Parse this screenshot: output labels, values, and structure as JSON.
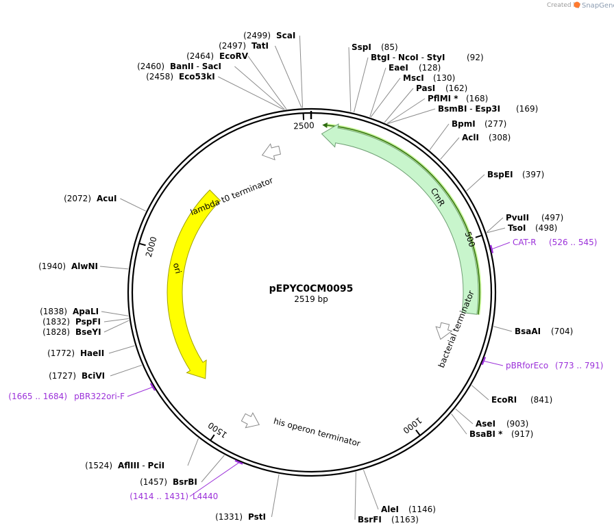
{
  "branding": {
    "created_by": "Created by",
    "product": "SnapGene"
  },
  "plasmid": {
    "name": "pEPYC0CM0095",
    "size_label": "2519 bp",
    "length": 2519
  },
  "ticks": [
    {
      "pos": 500,
      "label": "500"
    },
    {
      "pos": 1000,
      "label": "1000"
    },
    {
      "pos": 1500,
      "label": "1500"
    },
    {
      "pos": 2000,
      "label": "2000"
    },
    {
      "pos": 2500,
      "label": "2500"
    }
  ],
  "features": [
    {
      "name": "CmR",
      "start": 25,
      "end": 683,
      "color": "#c8f5cc",
      "stroke": "#6f9f74",
      "direction": "reverse"
    },
    {
      "name": "ori",
      "start": 1616,
      "end": 2205,
      "color": "#ffff00",
      "stroke": "#a0a000",
      "direction": "reverse"
    },
    {
      "name": "lambda t0 terminator",
      "start": 2380,
      "end": 2430,
      "color": "#ffffff",
      "stroke": "#888888",
      "direction": "reverse"
    },
    {
      "name": "bacterial terminator",
      "start": 722,
      "end": 770,
      "color": "#ffffff",
      "stroke": "#888888",
      "direction": "forward"
    },
    {
      "name": "his operon terminator",
      "start": 1411,
      "end": 1460,
      "color": "#ffffff",
      "stroke": "#888888",
      "direction": "reverse"
    }
  ],
  "primers": [
    {
      "name": "CAT-R",
      "range": "(526 .. 545)",
      "pos": 535
    },
    {
      "name": "pBRforEco",
      "range": "(773 .. 791)",
      "pos": 782
    },
    {
      "name": "L4440",
      "range": "(1414 .. 1431)",
      "pos": 1422
    },
    {
      "name": "pBR322ori-F",
      "range": "(1665 .. 1684)",
      "pos": 1674
    }
  ],
  "sites": [
    {
      "name": "ScaI",
      "pos_label": "(2499)",
      "pos": 2499
    },
    {
      "name": "TatI",
      "pos_label": "(2497)",
      "pos": 2497
    },
    {
      "name": "EcoRV",
      "pos_label": "(2464)",
      "pos": 2464
    },
    {
      "name": "BanII",
      "extra": "SacI",
      "pos_label": "(2460)",
      "pos": 2460
    },
    {
      "name": "Eco53kI",
      "pos_label": "(2458)",
      "pos": 2458
    },
    {
      "name": "SspI",
      "pos_label": "(85)",
      "pos": 85
    },
    {
      "name": "BtgI",
      "extra": "NcoI",
      "extra2": "StyI",
      "pos_label": "(92)",
      "pos": 92
    },
    {
      "name": "EaeI",
      "pos_label": "(128)",
      "pos": 128
    },
    {
      "name": "MscI",
      "pos_label": "(130)",
      "pos": 130
    },
    {
      "name": "PasI",
      "pos_label": "(162)",
      "pos": 162
    },
    {
      "name": "PflMI *",
      "pos_label": "(168)",
      "pos": 168
    },
    {
      "name": "BsmBI",
      "extra": "Esp3I",
      "pos_label": "(169)",
      "pos": 169
    },
    {
      "name": "BpmI",
      "pos_label": "(277)",
      "pos": 277
    },
    {
      "name": "AclI",
      "pos_label": "(308)",
      "pos": 308
    },
    {
      "name": "BspEI",
      "pos_label": "(397)",
      "pos": 397
    },
    {
      "name": "PvuII",
      "pos_label": "(497)",
      "pos": 497
    },
    {
      "name": "TsoI",
      "pos_label": "(498)",
      "pos": 498
    },
    {
      "name": "BsaAI",
      "pos_label": "(704)",
      "pos": 704
    },
    {
      "name": "EcoRI",
      "pos_label": "(841)",
      "pos": 841
    },
    {
      "name": "AseI",
      "pos_label": "(903)",
      "pos": 903
    },
    {
      "name": "BsaBI *",
      "pos_label": "(917)",
      "pos": 917
    },
    {
      "name": "AleI",
      "pos_label": "(1146)",
      "pos": 1146
    },
    {
      "name": "BsrFI",
      "pos_label": "(1163)",
      "pos": 1163
    },
    {
      "name": "PstI",
      "pos_label": "(1331)",
      "pos": 1331
    },
    {
      "name": "BsrBI",
      "pos_label": "(1457)",
      "pos": 1457
    },
    {
      "name": "AflIII",
      "extra": "PciI",
      "pos_label": "(1524)",
      "pos": 1524
    },
    {
      "name": "BciVI",
      "pos_label": "(1727)",
      "pos": 1727
    },
    {
      "name": "HaeII",
      "pos_label": "(1772)",
      "pos": 1772
    },
    {
      "name": "BseYI",
      "pos_label": "(1828)",
      "pos": 1828
    },
    {
      "name": "PspFI",
      "pos_label": "(1832)",
      "pos": 1832
    },
    {
      "name": "ApaLI",
      "pos_label": "(1838)",
      "pos": 1838
    },
    {
      "name": "AlwNI",
      "pos_label": "(1940)",
      "pos": 1940
    },
    {
      "name": "AcuI",
      "pos_label": "(2072)",
      "pos": 2072
    }
  ]
}
